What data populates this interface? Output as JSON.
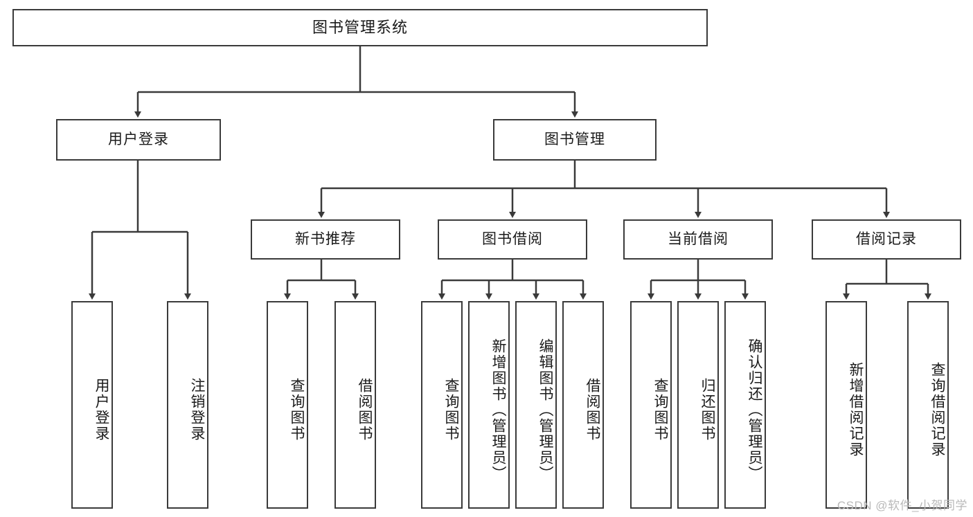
{
  "diagram": {
    "title": "图书管理系统",
    "type": "tree",
    "colors": {
      "stroke": "#3a3a3a",
      "fill": "#ffffff",
      "text": "#1a1a1a",
      "watermark": "#b9b9b9"
    },
    "root": {
      "label": "图书管理系统"
    },
    "level2": [
      {
        "label": "用户登录"
      },
      {
        "label": "图书管理"
      }
    ],
    "level3": [
      {
        "label": "新书推荐"
      },
      {
        "label": "图书借阅"
      },
      {
        "label": "当前借阅"
      },
      {
        "label": "借阅记录"
      }
    ],
    "leaves": {
      "user_login": [
        {
          "label": "用户登录"
        },
        {
          "label": "注销登录"
        }
      ],
      "new_book_recommend": [
        {
          "label": "查询图书"
        },
        {
          "label": "借阅图书"
        }
      ],
      "book_borrow": [
        {
          "label": "查询图书"
        },
        {
          "label": "新增图书（管理员）"
        },
        {
          "label": "编辑图书（管理员）"
        },
        {
          "label": "借阅图书"
        }
      ],
      "current_borrow": [
        {
          "label": "查询图书"
        },
        {
          "label": "归还图书"
        },
        {
          "label": "确认归还（管理员）"
        }
      ],
      "borrow_record": [
        {
          "label": "新增借阅记录"
        },
        {
          "label": "查询借阅记录"
        }
      ]
    }
  },
  "watermark": {
    "text": "CSDN @软件_小贺同学"
  }
}
